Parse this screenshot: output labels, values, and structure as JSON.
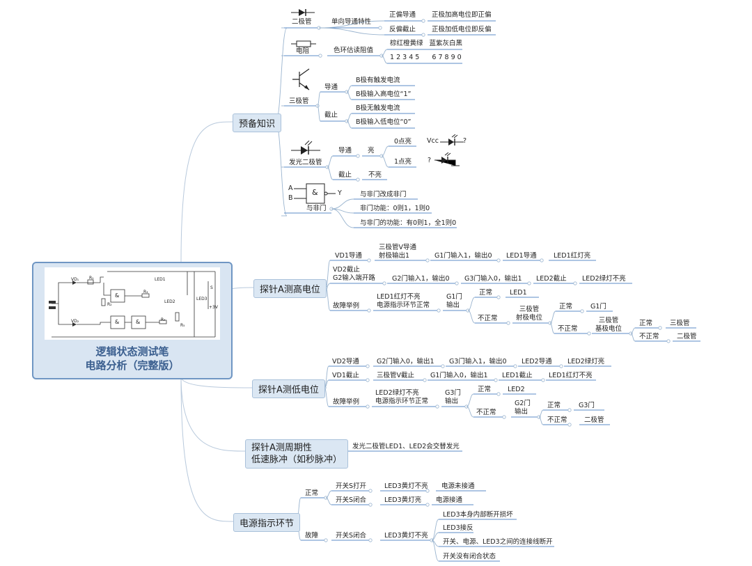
{
  "root": {
    "line1": "逻辑状态测试笔",
    "line2": "电路分析（完整版）"
  },
  "circuit": {
    "vd1": "VD₁",
    "vd2": "VD₂",
    "r1": "R₁",
    "r2": "R₂",
    "r3": "R₃",
    "r4": "R₄",
    "r5": "R₅",
    "led1": "LED1",
    "led2": "LED2",
    "led3": "LED3",
    "s": "S",
    "vcc": "+3V",
    "amp": "&"
  },
  "b1": {
    "label": "预备知识",
    "diode": {
      "label": "二极管",
      "rule": "单向导通特性",
      "fwd": "正偏导通",
      "fwd_note": "正极加高电位即正偏",
      "rev": "反偏截止",
      "rev_note": "正极加低电位即反偏"
    },
    "resistor": {
      "label": "电阻",
      "rule": "色环估读阻值",
      "colors": "棕红橙黄绿   蓝紫灰白黑",
      "digits": "1 2 3 4 5      6 7 8 9 0"
    },
    "transistor": {
      "label": "三极管",
      "on": "导通",
      "on1": "B极有触发电流",
      "on2": "B极输入高电位“1”",
      "off": "截止",
      "off1": "B极无触发电流",
      "off2": "B极输入低电位“0”"
    },
    "led": {
      "label": "发光二极管",
      "on": "导通",
      "lit": "亮",
      "zero": "0点亮",
      "one": "1点亮",
      "vcc": "Vcc",
      "q": "?",
      "off": "截止",
      "unlit": "不亮"
    },
    "nand": {
      "label": "与非门",
      "a": "A",
      "b": "B",
      "y": "Y",
      "sym": "&",
      "n1": "与非门改成非门",
      "n2": "非门功能：0则1，1则0",
      "n3": "与非门的功能：有0则1，全1则0"
    }
  },
  "b2": {
    "label": "探针A测高电位",
    "r1": [
      "VD1导通",
      "三极管V导通\n射极输出1",
      "G1门输入1，输出0",
      "LED1导通",
      "LED1红灯亮"
    ],
    "r2": [
      "VD2截止\nG2输入端开路",
      "G2门输入1，输出0",
      "G3门输入0，输出1",
      "LED2截止",
      "LED2绿灯不亮"
    ],
    "f": {
      "label": "故障举例",
      "sym": "LED1红灯不亮\n电源指示环节正常",
      "g": "G1门\n输出",
      "ok": "正常",
      "ok_r": "LED1",
      "bad": "不正常",
      "tr": "三极管\n射极电位",
      "ok2": "正常",
      "ok2_r": "G1门",
      "bad2": "不正常",
      "base": "三极管\n基极电位",
      "ok3": "正常",
      "ok3_r": "三极管",
      "bad3": "不正常",
      "bad3_r": "二极管"
    }
  },
  "b3": {
    "label": "探针A测低电位",
    "r1": [
      "VD2导通",
      "G2门输入0，输出1",
      "G3门输入1，输出0",
      "LED2导通",
      "LED2绿灯亮"
    ],
    "r2": [
      "VD1截止",
      "三极管V截止",
      "G1门输入0，输出1",
      "LED1截止",
      "LED1红灯不亮"
    ],
    "f": {
      "label": "故障举例",
      "sym": "LED2绿灯不亮\n电源指示环节正常",
      "g": "G3门\n输出",
      "ok": "正常",
      "ok_r": "LED2",
      "bad": "不正常",
      "g2": "G2门\n输出",
      "ok2": "正常",
      "ok2_r": "G3门",
      "bad2": "不正常",
      "bad2_r": "二极管"
    }
  },
  "b4": {
    "label": "探针A测周期性\n低速脉冲（如秒脉冲）",
    "note": "发光二极管LED1、LED2会交替发光"
  },
  "b5": {
    "label": "电源指示环节",
    "normal": "正常",
    "n1": [
      "开关S打开",
      "LED3黄灯不亮",
      "电源未接通"
    ],
    "n2": [
      "开关S闭合",
      "LED3黄灯亮",
      "电源接通"
    ],
    "fault": "故障",
    "f1": "开关S闭合",
    "f2": "LED3黄灯不亮",
    "causes": [
      "LED3本身内部断开损坏",
      "LED3接反",
      "开关、电源、LED3之间的连接线断开",
      "开关没有闭合状态"
    ]
  }
}
